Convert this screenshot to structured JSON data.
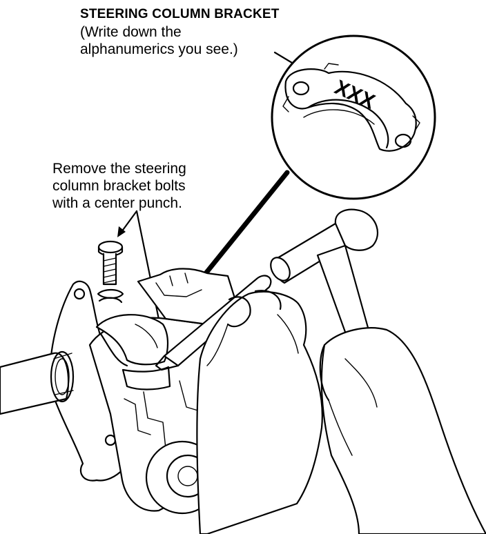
{
  "labels": {
    "bracket_title": "STEERING COLUMN BRACKET",
    "bracket_note": "(Write down the\nalphanumerics you see.)",
    "instruction": "Remove the steering\ncolumn bracket bolts\nwith a center punch."
  },
  "bracket_marking": "XXX",
  "colors": {
    "line": "#000000",
    "background": "#ffffff"
  }
}
